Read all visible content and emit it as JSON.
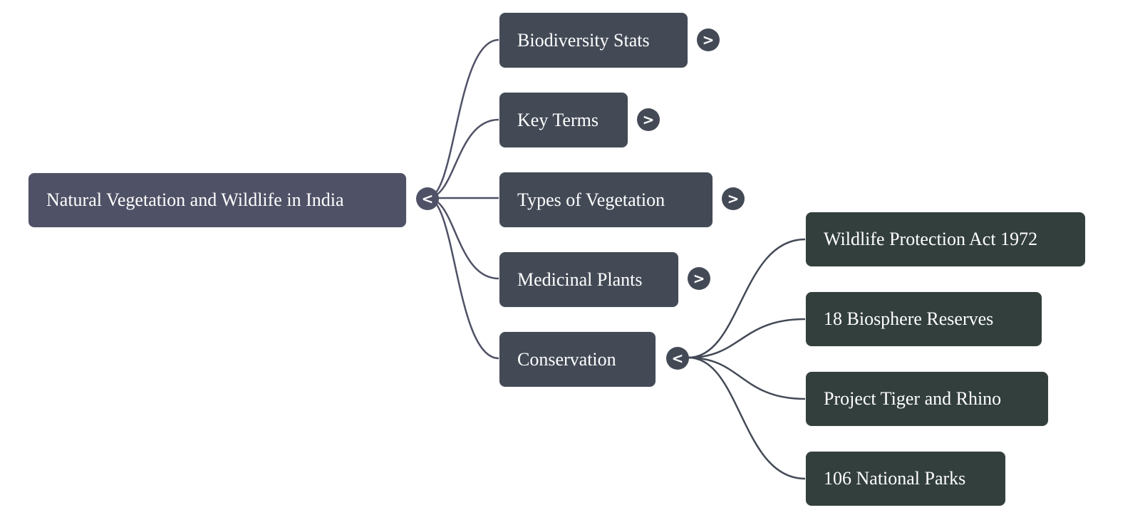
{
  "mindmap": {
    "root": {
      "label": "Natural Vegetation and Wildlife in India",
      "toggle": "<",
      "expanded": true
    },
    "branches": [
      {
        "label": "Biodiversity Stats",
        "toggle": ">",
        "expanded": false
      },
      {
        "label": "Key Terms",
        "toggle": ">",
        "expanded": false
      },
      {
        "label": "Types of Vegetation",
        "toggle": ">",
        "expanded": false
      },
      {
        "label": "Medicinal Plants",
        "toggle": ">",
        "expanded": false
      },
      {
        "label": "Conservation",
        "toggle": "<",
        "expanded": true,
        "children": [
          {
            "label": "Wildlife Protection Act 1972"
          },
          {
            "label": "18 Biosphere Reserves"
          },
          {
            "label": "Project Tiger and Rhino"
          },
          {
            "label": "106 National Parks"
          }
        ]
      }
    ]
  },
  "colors": {
    "root": "#4f5166",
    "branch": "#434a56",
    "leaf": "#333f3d",
    "edge": "#4f5166"
  }
}
